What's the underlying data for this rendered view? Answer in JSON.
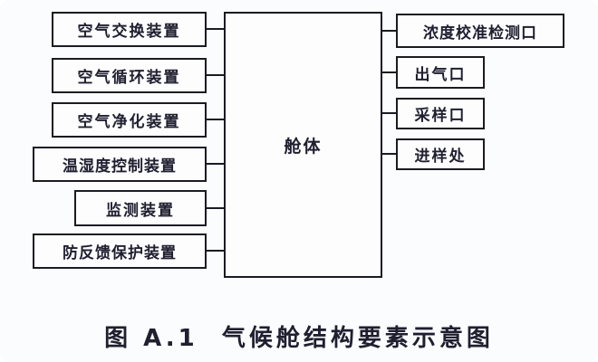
{
  "diagram": {
    "center_box": {
      "label": "舱体"
    },
    "left_boxes": [
      {
        "label": "空气交换装置"
      },
      {
        "label": "空气循环装置"
      },
      {
        "label": "空气净化装置"
      },
      {
        "label": "温湿度控制装置"
      },
      {
        "label": "监测装置"
      },
      {
        "label": "防反馈保护装置"
      }
    ],
    "right_boxes": [
      {
        "label": "浓度校准检测口"
      },
      {
        "label": "出气口"
      },
      {
        "label": "采样口"
      },
      {
        "label": "进样处"
      }
    ]
  },
  "caption": "图 A.1  气候舱结构要素示意图",
  "colors": {
    "border": "#1b1b22",
    "text": "#1f1f30",
    "background": "#fbfcfd",
    "box_fill": "#fdfdfe"
  }
}
